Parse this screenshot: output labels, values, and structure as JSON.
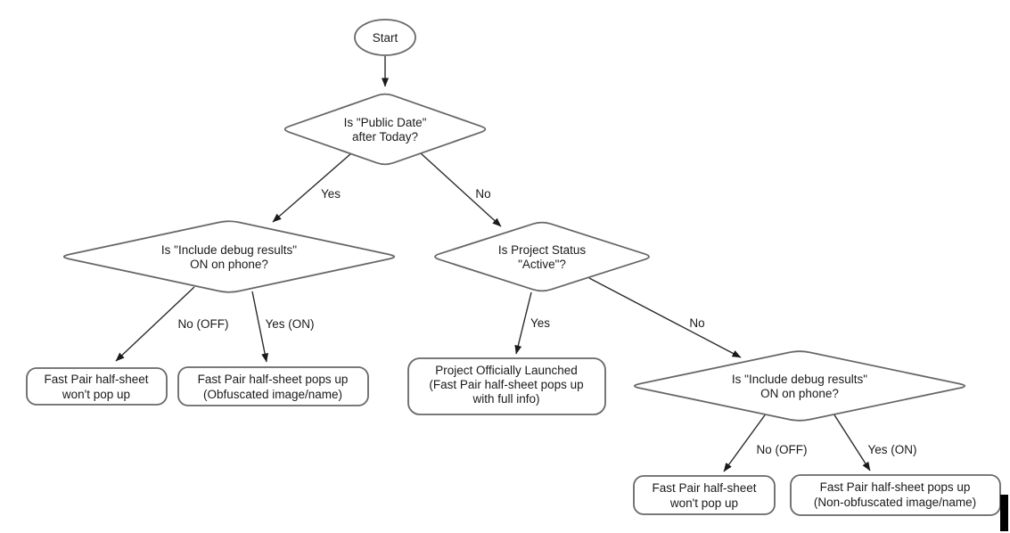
{
  "diagram": {
    "nodes": {
      "start": {
        "label": "Start"
      },
      "public_date": {
        "line1": "Is \"Public Date\"",
        "line2": "after Today?"
      },
      "debug_left": {
        "line1": "Is \"Include debug results\"",
        "line2": "ON on phone?"
      },
      "project_status": {
        "line1": "Is Project Status",
        "line2": "\"Active\"?"
      },
      "debug_right": {
        "line1": "Is \"Include debug results\"",
        "line2": "ON on phone?"
      },
      "wont_popup_left": {
        "line1": "Fast Pair half-sheet",
        "line2": "won't pop up"
      },
      "obfuscated": {
        "line1": "Fast Pair half-sheet pops up",
        "line2": "(Obfuscated image/name)"
      },
      "launched": {
        "line1": "Project Officially Launched",
        "line2": "(Fast Pair half-sheet pops up",
        "line3": "with full info)"
      },
      "wont_popup_right": {
        "line1": "Fast Pair half-sheet",
        "line2": "won't pop up"
      },
      "non_obfuscated": {
        "line1": "Fast Pair half-sheet pops up",
        "line2": "(Non-obfuscated image/name)"
      }
    },
    "edge_labels": {
      "yes_top": "Yes",
      "no_top": "No",
      "no_off_left": "No (OFF)",
      "yes_on_left": "Yes (ON)",
      "yes_mid": "Yes",
      "no_mid": "No",
      "no_off_right": "No (OFF)",
      "yes_on_right": "Yes (ON)"
    },
    "colors": {
      "background": "#ffffff",
      "shape_fill": "#ffffff",
      "shape_stroke": "#686868",
      "connector": "#2b2b2b",
      "text": "#1a1a1a"
    }
  }
}
